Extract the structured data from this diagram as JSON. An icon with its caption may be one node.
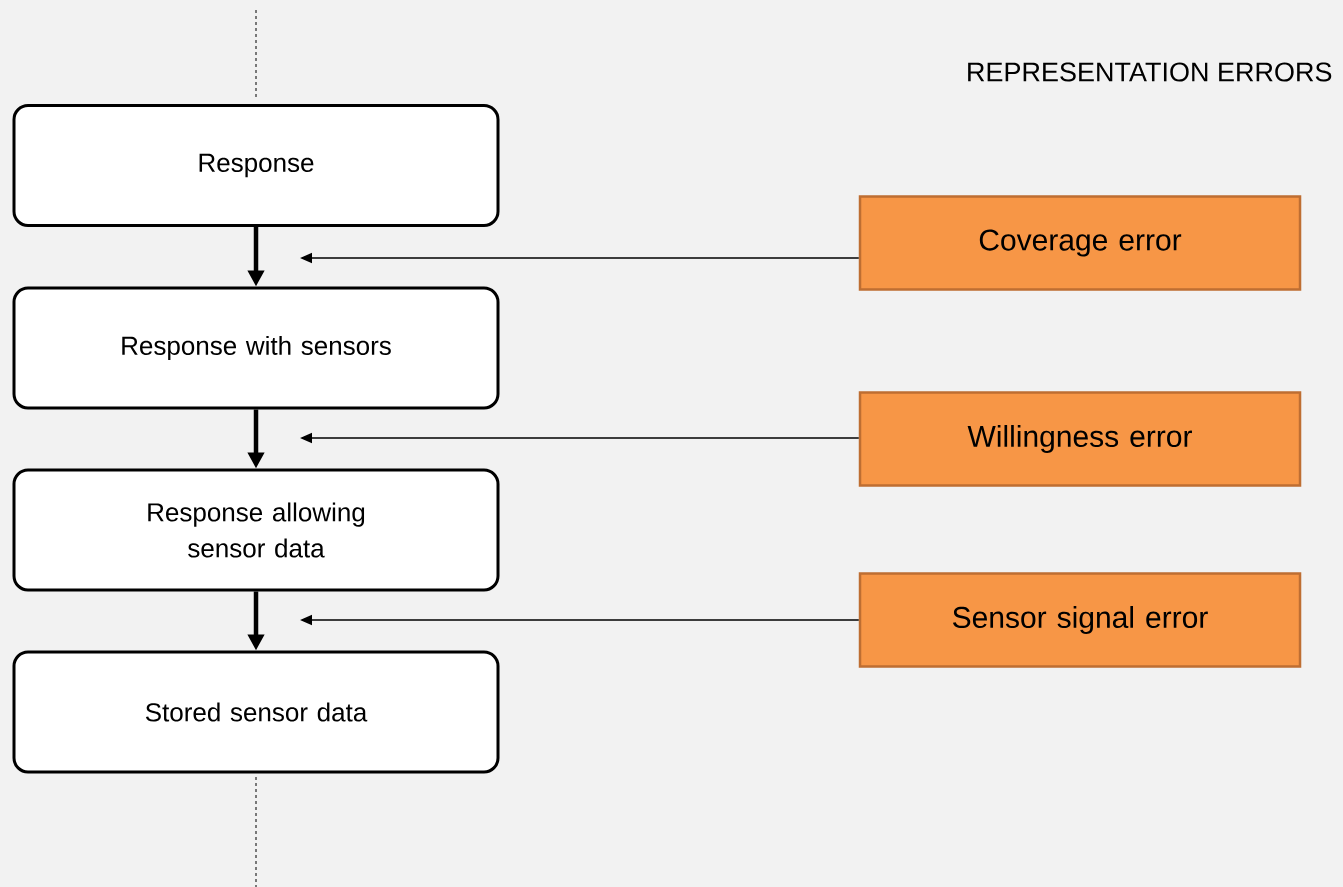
{
  "diagram": {
    "nodes": [
      {
        "text": [
          "Response"
        ]
      },
      {
        "text": [
          "Response with sensors"
        ]
      },
      {
        "text": [
          "Response allowing sensor data"
        ]
      },
      {
        "text": [
          "Stored sensor data"
        ]
      },
      {
        "text": [
          "Coverage error"
        ]
      },
      {
        "text": [
          "Willingness error"
        ]
      },
      {
        "text": [
          "Sensor signal error"
        ]
      }
    ],
    "edges": [
      {
        "from": 0,
        "to": 1,
        "arrow": "to",
        "style": "thick"
      },
      {
        "from": 1,
        "to": 2,
        "arrow": "to",
        "style": "thick"
      },
      {
        "from": 2,
        "to": 3,
        "arrow": "to",
        "style": "thick"
      },
      {
        "from": 4,
        "to": null,
        "arrow": "to"
      },
      {
        "from": 5,
        "to": null,
        "arrow": "to"
      },
      {
        "from": 6,
        "to": null,
        "arrow": "to"
      }
    ],
    "labels": [
      "REPRESENTATION ERRORS"
    ]
  }
}
